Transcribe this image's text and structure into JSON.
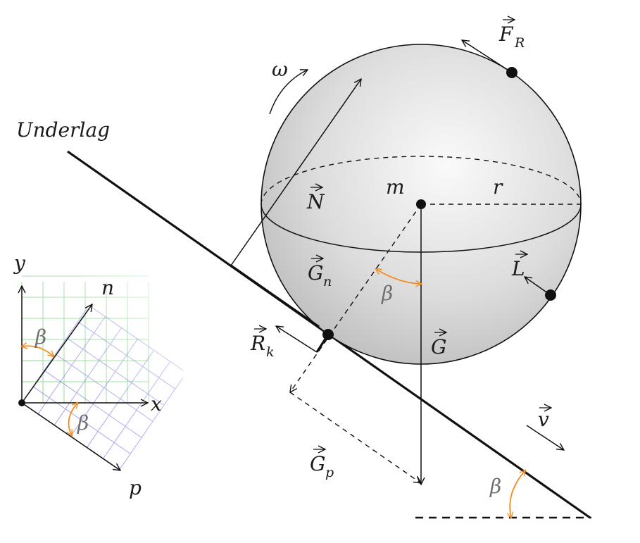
{
  "labels": {
    "underlag": "Underlag",
    "omega": "ω",
    "mass": "m",
    "radius": "r",
    "beta": "β",
    "axis_y": "y",
    "axis_x": "x",
    "axis_n": "n",
    "axis_p": "p"
  },
  "vectors": {
    "friction": {
      "base": "F",
      "sub": "R"
    },
    "normal": {
      "base": "N"
    },
    "gravity_normal": {
      "base": "G",
      "sub": "n"
    },
    "gravity": {
      "base": "G"
    },
    "gravity_parallel": {
      "base": "G",
      "sub": "p"
    },
    "rolling_resistance": {
      "base": "R",
      "sub": "k"
    },
    "angular_momentum": {
      "base": "L"
    },
    "velocity": {
      "base": "v"
    }
  },
  "colors": {
    "ink": "#111111",
    "angle_arc": "#f28c1e",
    "grid_green": "#3cc43c",
    "grid_blue": "#3c3cd8",
    "sphere_light": "#f7f7f7",
    "sphere_dark": "#b8b8b8"
  }
}
